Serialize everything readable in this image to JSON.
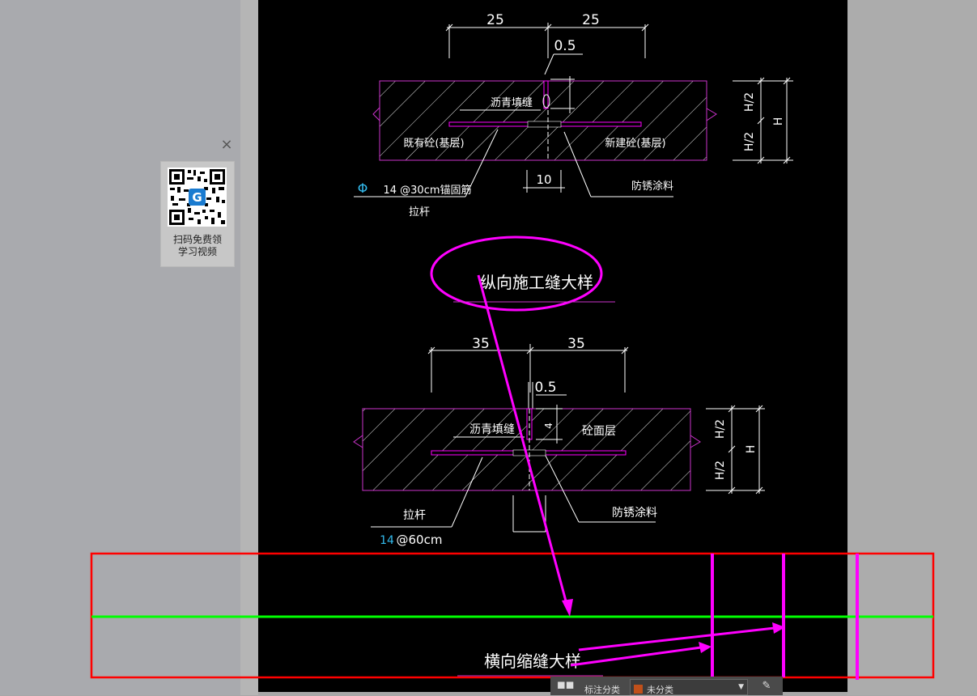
{
  "qr_widget": {
    "close_glyph": "×",
    "caption_line1": "扫码免费领",
    "caption_line2": "学习视频"
  },
  "drawing": {
    "top_detail": {
      "dim_left": "25",
      "dim_right": "25",
      "dim_gap": "0.5",
      "label_asphalt": "沥青填缝",
      "label_existing": "既有砼(基层)",
      "label_new": "新建砼(基层)",
      "dim_bottom": "10",
      "label_rebar_symbol": "Φ",
      "label_rebar": "14 @30cm锚固筋",
      "label_tie": "拉杆",
      "label_antirust": "防锈涂料",
      "dim_h_half_top": "H/2",
      "dim_h_half_bottom": "H/2",
      "dim_h": "H"
    },
    "title_longitudinal": "纵向施工缝大样",
    "bottom_detail": {
      "dim_left": "35",
      "dim_right": "35",
      "dim_gap": "0.5",
      "dim_small": "4",
      "label_asphalt": "沥青填缝",
      "label_surface": "砼面层",
      "label_tie": "拉杆",
      "label_spacing_symbol": "14",
      "label_spacing": "@60cm",
      "label_antirust": "防锈涂料",
      "dim_h_half_top": "H/2",
      "dim_h_half_bottom": "H/2",
      "dim_h": "H"
    },
    "title_transverse": "横向缩缝大样"
  },
  "toolbar": {
    "icon": "annotation-category-icon",
    "label": "标注分类",
    "selected_category": "未分类",
    "swatch_color": "#c0501a"
  },
  "colors": {
    "cad_white": "#ffffff",
    "cad_magenta": "#ff00ff",
    "cad_purple": "#cc33cc",
    "cad_cyan": "#33bbee",
    "annotation_red": "#ff0000",
    "annotation_green": "#00ff00",
    "annotation_magenta": "#ff00ff"
  }
}
